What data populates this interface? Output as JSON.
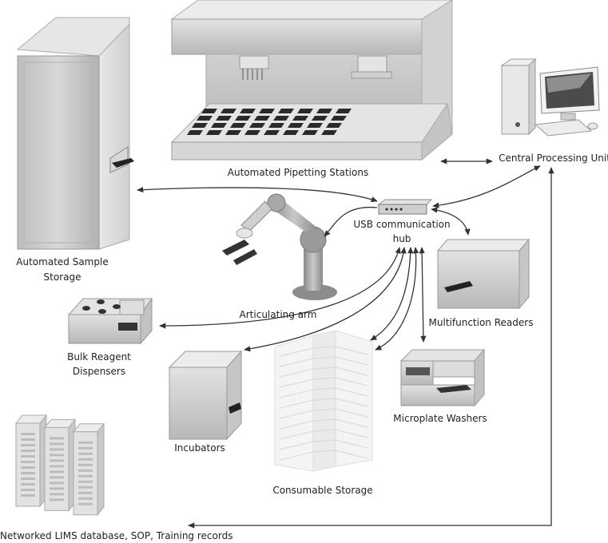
{
  "labels": {
    "pipetting": "Automated Pipetting Stations",
    "cpu": "Central Processing Unit",
    "storage_line1": "Automated Sample",
    "storage_line2": "Storage",
    "hub_line1": "USB communication",
    "hub_line2": "hub",
    "arm": "Articulating arm",
    "readers": "Multifunction Readers",
    "reagent_line1": "Bulk Reagent",
    "reagent_line2": "Dispensers",
    "incubators": "Incubators",
    "washers": "Microplate Washers",
    "consumable": "Consumable Storage",
    "lims": "Networked  LIMS database, SOP, Training records"
  },
  "icons": {
    "storage": "sample-storage-tower",
    "pipetting": "pipetting-station",
    "cpu": "desktop-computer",
    "hub": "usb-hub",
    "arm": "robotic-arm",
    "readers": "reader-box",
    "reagent": "reagent-dispenser",
    "incubators": "incubator-box",
    "washers": "microplate-washer",
    "consumable": "consumable-rack",
    "lims": "server-racks"
  },
  "colors": {
    "connector": "#333333",
    "device_face": "#c8c8c8",
    "device_light": "#ececec",
    "device_dark": "#9a9a9a",
    "plate": "#2a2a2a"
  }
}
